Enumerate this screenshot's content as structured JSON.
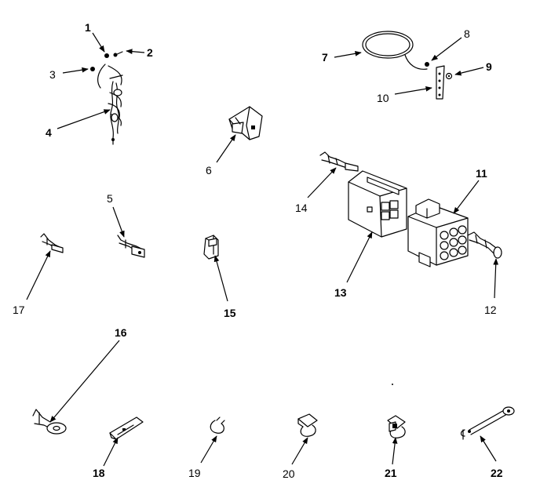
{
  "parts": [
    {
      "id": "part-1",
      "label": "1"
    },
    {
      "id": "part-2",
      "label": "2"
    },
    {
      "id": "part-3",
      "label": "3"
    },
    {
      "id": "part-4",
      "label": "4"
    },
    {
      "id": "part-5",
      "label": "5"
    },
    {
      "id": "part-6",
      "label": "6"
    },
    {
      "id": "part-7",
      "label": "7"
    },
    {
      "id": "part-8",
      "label": "8"
    },
    {
      "id": "part-9",
      "label": "9"
    },
    {
      "id": "part-10",
      "label": "10"
    },
    {
      "id": "part-11",
      "label": "11"
    },
    {
      "id": "part-12",
      "label": "12"
    },
    {
      "id": "part-13",
      "label": "13"
    },
    {
      "id": "part-14",
      "label": "14"
    },
    {
      "id": "part-15",
      "label": "15"
    },
    {
      "id": "part-16",
      "label": "16"
    },
    {
      "id": "part-17",
      "label": "17"
    },
    {
      "id": "part-18",
      "label": "18"
    },
    {
      "id": "part-19",
      "label": "19"
    },
    {
      "id": "part-20",
      "label": "20"
    },
    {
      "id": "part-21",
      "label": "21"
    },
    {
      "id": "part-22",
      "label": "22"
    }
  ]
}
